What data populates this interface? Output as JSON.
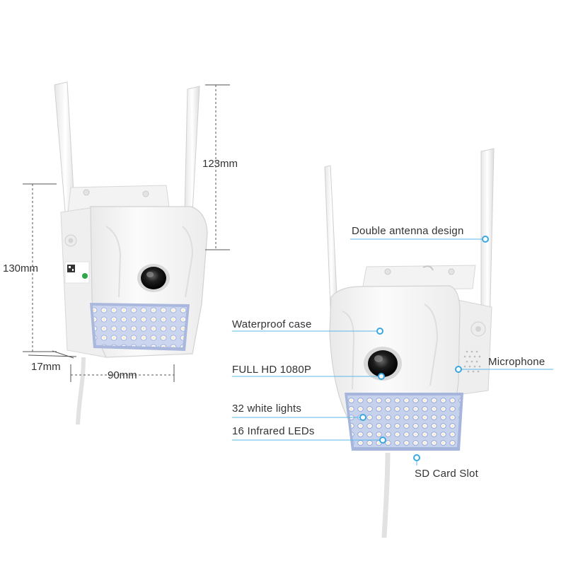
{
  "dimensions": {
    "antenna_height": "123mm",
    "body_height": "130mm",
    "depth": "17mm",
    "width": "90mm"
  },
  "features": {
    "double_antenna": "Double antenna design",
    "waterproof_case": "Waterproof case",
    "full_hd": "FULL HD 1080P",
    "white_lights": "32 white lights",
    "infrared_leds": "16 Infrared LEDs",
    "microphone": "Microphone",
    "sd_card_slot": "SD Card Slot"
  },
  "colors": {
    "callout_line": "#5bb8e8",
    "callout_dot": "#3aa7e0",
    "dimension_line": "#555555",
    "camera_body": "#f6f6f6",
    "led_panel": "#c9d4ee"
  }
}
